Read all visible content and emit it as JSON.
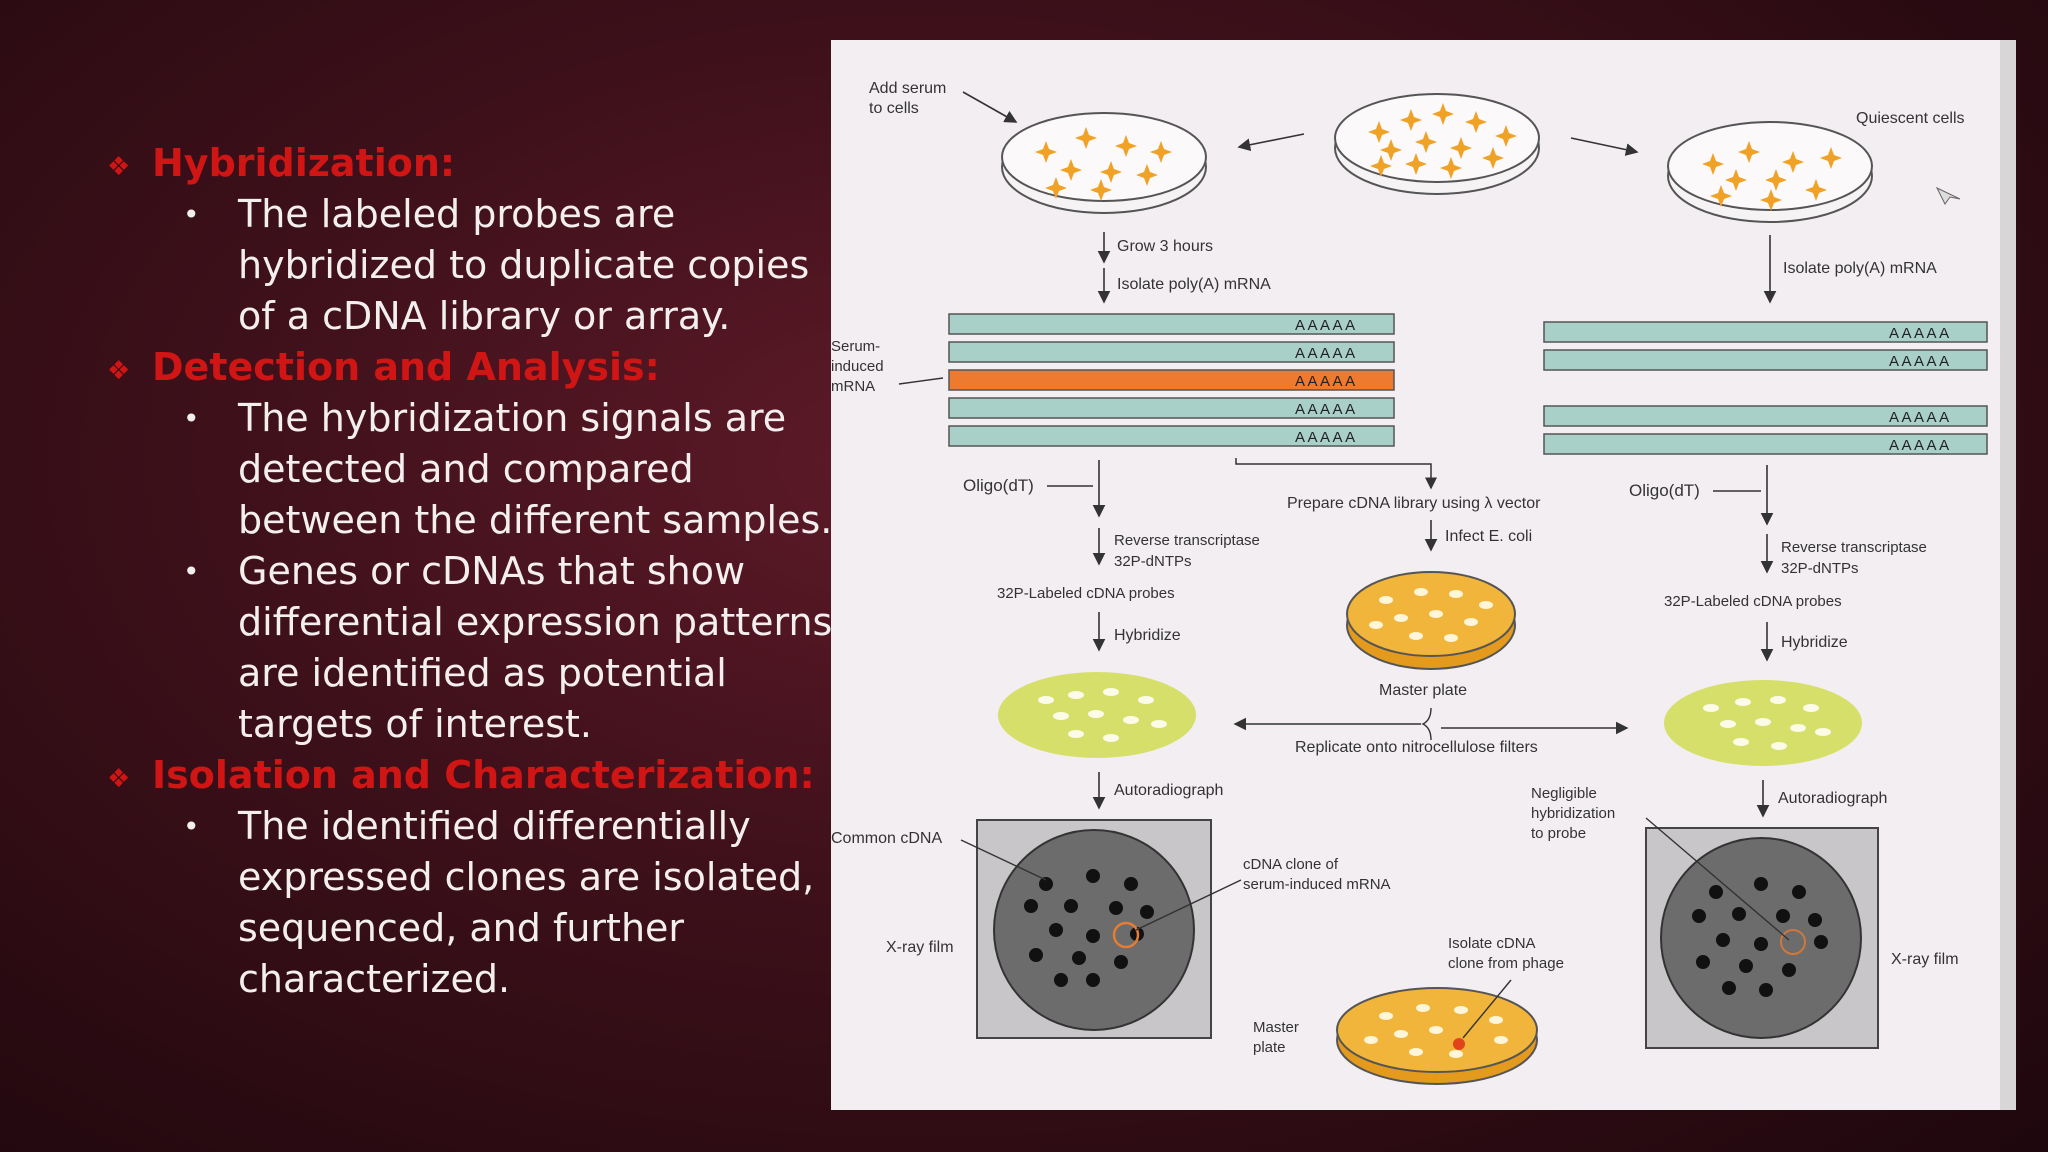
{
  "sections": [
    {
      "heading": "Hybridization:",
      "items": [
        "The labeled probes are hybridized to duplicate copies of a cDNA library or array."
      ]
    },
    {
      "heading": "Detection and Analysis:",
      "items": [
        "The hybridization signals are detected and compared between the different samples.",
        "Genes or cDNAs that show differential expression patterns are identified as potential targets of interest."
      ]
    },
    {
      "heading": "Isolation and Characterization:",
      "items": [
        "The identified differentially expressed clones are isolated, sequenced, and further characterized."
      ]
    }
  ],
  "diagram": {
    "add_serum_1": "Add serum",
    "add_serum_2": "to cells",
    "quiescent": "Quiescent cells",
    "grow": "Grow 3 hours",
    "isolate_left": "Isolate poly(A) mRNA",
    "isolate_right": "Isolate poly(A) mRNA",
    "polya": "A A A A A",
    "serum_1": "Serum-",
    "serum_2": "induced",
    "serum_3": "mRNA",
    "oligo_left": "Oligo(dT)",
    "oligo_right": "Oligo(dT)",
    "prepare": "Prepare cDNA library using λ vector",
    "infect": "Infect E. coli",
    "rt_left_1": "Reverse transcriptase",
    "rt_left_2": "32P-dNTPs",
    "rt_right_1": "Reverse transcriptase",
    "rt_right_2": "32P-dNTPs",
    "probes_left": "32P-Labeled cDNA probes",
    "probes_right": "32P-Labeled cDNA probes",
    "hybridize_left": "Hybridize",
    "hybridize_right": "Hybridize",
    "master_plate": "Master plate",
    "replicate": "Replicate onto nitrocellulose filters",
    "autorad_left": "Autoradiograph",
    "autorad_right": "Autoradiograph",
    "common_cdna": "Common cDNA",
    "negligible_1": "Negligible",
    "negligible_2": "hybridization",
    "negligible_3": "to probe",
    "clone_1": "cDNA clone of",
    "clone_2": "serum-induced mRNA",
    "xray_left": "X-ray film",
    "xray_right": "X-ray film",
    "isolate_clone_1": "Isolate cDNA",
    "isolate_clone_2": "clone from phage",
    "master_1": "Master",
    "master_2": "plate"
  },
  "colors": {
    "heading": "#d01515",
    "mrna_bar": "#a9cfc9",
    "induced_bar": "#ee7a30",
    "colony_plate": "#f0b53a",
    "filter": "#d6df6a",
    "film": "#6c6c6c"
  }
}
